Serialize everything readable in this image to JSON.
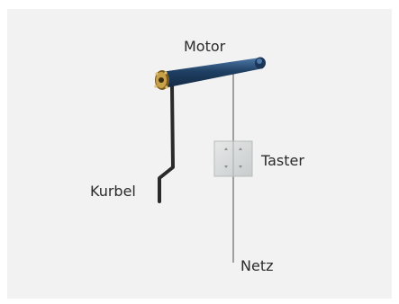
{
  "labels": {
    "motor": "Motor",
    "taster": "Taster",
    "kurbel": "Kurbel",
    "netz": "Netz"
  },
  "colors": {
    "background": "#f2f2f2",
    "motor_tube": "#1f3f63",
    "motor_highlight": "#4d78a8",
    "motor_cap": "#c8a24a",
    "cable": "#8c8c8c",
    "crank": "#2a2a2a",
    "switch_body": "#d9dcdc"
  },
  "icons": {
    "motor": "roller-shutter-motor-icon",
    "switch": "double-rocker-switch-icon",
    "crank": "hand-crank-icon"
  }
}
